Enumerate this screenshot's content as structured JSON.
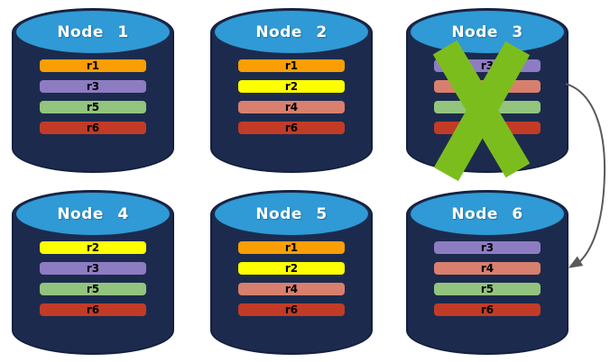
{
  "colors": {
    "background": "#ffffff",
    "cylinder_body": "#1c2b4d",
    "cylinder_outline": "#14203f",
    "cylinder_top": "#2f9ad5",
    "node_title_text": "#ffffff",
    "chip_text": "#000000",
    "failure_cross": "#7cbd1e",
    "arrow": "#58595b"
  },
  "nodes": [
    {
      "label": "Node 1",
      "failed": false,
      "replicas": [
        {
          "id": "r1",
          "color": "#FA9E05"
        },
        {
          "id": "r3",
          "color": "#8E7CC3"
        },
        {
          "id": "r5",
          "color": "#93C47D"
        },
        {
          "id": "r6",
          "color": "#C23B27"
        }
      ]
    },
    {
      "label": "Node 2",
      "failed": false,
      "replicas": [
        {
          "id": "r1",
          "color": "#FA9E05"
        },
        {
          "id": "r2",
          "color": "#FEFF00"
        },
        {
          "id": "r4",
          "color": "#D97F6E"
        },
        {
          "id": "r6",
          "color": "#C23B27"
        }
      ]
    },
    {
      "label": "Node 3",
      "failed": true,
      "replicas": [
        {
          "id": "r3",
          "color": "#8E7CC3"
        },
        {
          "id": "r4",
          "color": "#D97F6E"
        },
        {
          "id": "r5",
          "color": "#93C47D"
        },
        {
          "id": "r6",
          "color": "#C23B27"
        }
      ]
    },
    {
      "label": "Node 4",
      "failed": false,
      "replicas": [
        {
          "id": "r2",
          "color": "#FEFF00"
        },
        {
          "id": "r3",
          "color": "#8E7CC3"
        },
        {
          "id": "r5",
          "color": "#93C47D"
        },
        {
          "id": "r6",
          "color": "#C23B27"
        }
      ]
    },
    {
      "label": "Node 5",
      "failed": false,
      "replicas": [
        {
          "id": "r1",
          "color": "#FA9E05"
        },
        {
          "id": "r2",
          "color": "#FEFF00"
        },
        {
          "id": "r4",
          "color": "#D97F6E"
        },
        {
          "id": "r6",
          "color": "#C23B27"
        }
      ]
    },
    {
      "label": "Node 6",
      "failed": false,
      "replicas": [
        {
          "id": "r3",
          "color": "#8E7CC3"
        },
        {
          "id": "r4",
          "color": "#D97F6E"
        },
        {
          "id": "r5",
          "color": "#93C47D"
        },
        {
          "id": "r6",
          "color": "#C23B27"
        }
      ]
    }
  ],
  "arrow": {
    "from": "Node 3",
    "to": "Node 6"
  }
}
